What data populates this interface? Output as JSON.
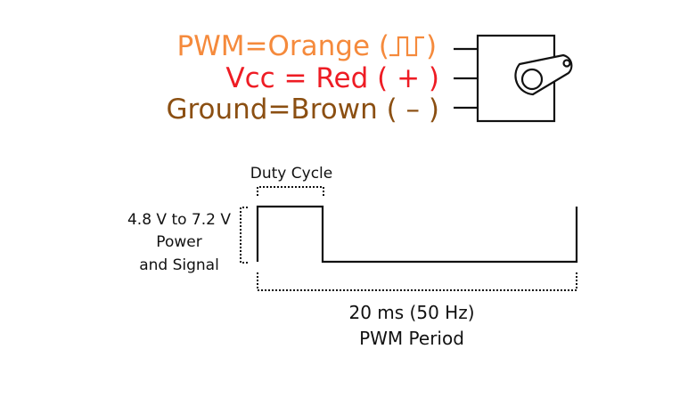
{
  "wires": [
    {
      "name": "PWM",
      "label": "PWM=Orange (",
      "symbol": "pwm-wave-icon",
      "close": ")",
      "color": "#f58a3c"
    },
    {
      "name": "Vcc",
      "label": "Vcc = Red ( + )",
      "color": "#ee1c24"
    },
    {
      "name": "Ground",
      "label": "Ground=Brown ( – )",
      "color": "#8b4f12"
    }
  ],
  "servo": {
    "icon": "servo-motor-icon"
  },
  "signal": {
    "duty_cycle_label": "Duty Cycle",
    "voltage_label": [
      "4.8 V to 7.2 V",
      "Power",
      "and Signal"
    ],
    "period_label": [
      "20 ms (50 Hz)",
      "PWM Period"
    ],
    "line_color": "#111111"
  }
}
